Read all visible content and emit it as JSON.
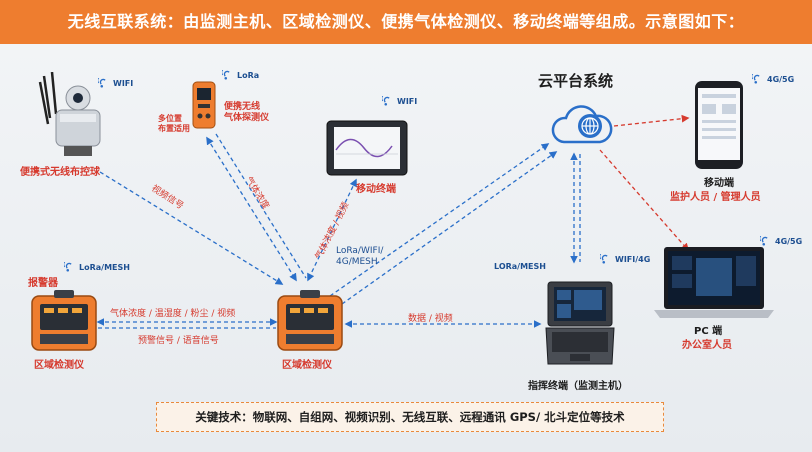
{
  "header": {
    "title": "无线互联系统：由监测主机、区域检测仪、便携气体检测仪、移动终端等组成。示意图如下："
  },
  "nodes": {
    "camera": {
      "label": "便携式无线布控球",
      "signal": "WIFI"
    },
    "gas_detector": {
      "label_line1": "便携无线",
      "label_line2": "气体探测仪",
      "note_line1": "多位置",
      "note_line2": "布置适用",
      "signal": "LoRa"
    },
    "tablet": {
      "label": "移动终端",
      "signal": "WIFI"
    },
    "cloud": {
      "label": "云平台系统"
    },
    "phone": {
      "label": "移动端",
      "sublabel": "监护人员 / 管理人员",
      "signal": "4G/5G"
    },
    "pc": {
      "label": "PC 端",
      "sublabel": "办公室人员",
      "signal": "4G/5G"
    },
    "left_monitor": {
      "label": "区域检测仪",
      "alarm": "报警器",
      "signal": "LoRa/MESH"
    },
    "center_monitor": {
      "label": "区域检测仪"
    },
    "command": {
      "label": "指挥终端（监测主机）",
      "signal_left": "LORa/MESH",
      "signal_right": "WIFI/4G"
    }
  },
  "edges": {
    "video_signal": "视频信号",
    "gas_concentration": "气体浓度",
    "tablet_link": "气体浓度 / 视频",
    "tablet_signal": "LoRa/WIFI/",
    "tablet_signal2": "4G/MESH",
    "left_top": "气体浓度 / 温湿度 / 粉尘 / 视频",
    "left_bottom": "预警信号 / 语音信号",
    "center_right": "数据 / 视频"
  },
  "footer": {
    "key_tech": "关键技术：物联网、自组网、视频识别、无线互联、远程通讯 GPS/ 北斗定位等技术"
  },
  "colors": {
    "orange": "#ee7d2f",
    "blue_link": "#2a6fc9",
    "red_link": "#d63a2e",
    "text_red": "#d63a2e"
  }
}
